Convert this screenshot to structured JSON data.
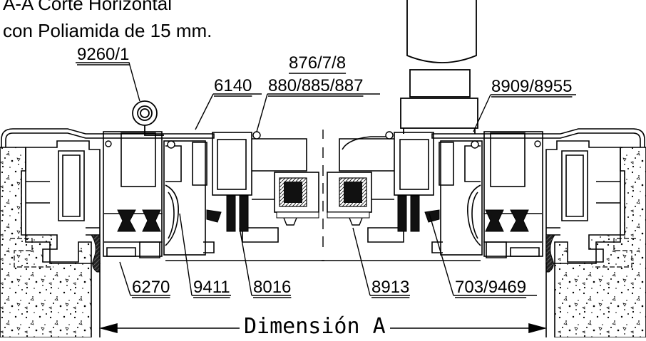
{
  "title": {
    "line1": "A-A Corte Horizontal",
    "line2": "con Poliamida de 15 mm."
  },
  "labels": {
    "p9260": "9260/1",
    "p6140": "6140",
    "p876": "876/7/8",
    "p880": "880/885/887",
    "p8909": "8909/8955",
    "p6270": "6270",
    "p9411": "9411",
    "p8016": "8016",
    "p8913": "8913",
    "p703": "703/9469"
  },
  "dimension": {
    "label": "Dimensión A"
  }
}
